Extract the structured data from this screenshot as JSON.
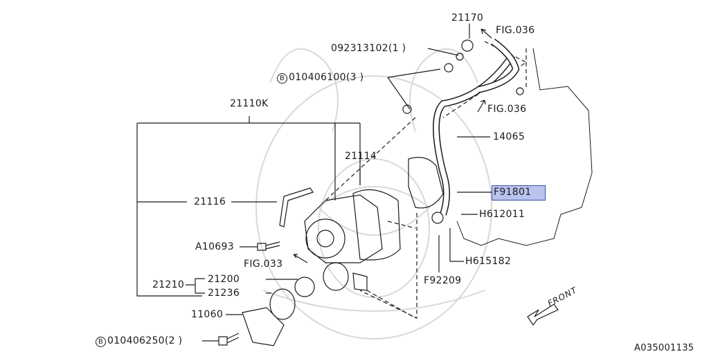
{
  "diagram": {
    "highlight_color": "#b9c4ee",
    "line_color": "#1a1a1a",
    "watermark_color": "#d8d8d8",
    "labels": {
      "p21170": "21170",
      "fig036_top": "FIG.036",
      "p092313102": "092313102(1 )",
      "p010406100": "010406100(3 )",
      "fig036_mid": "FIG.036",
      "p21110k": "21110K",
      "p14065": "14065",
      "p21114": "21114",
      "pf91801": "F91801",
      "p21116": "21116",
      "ph612011": "H612011",
      "pa10693": "A10693",
      "fig033": "FIG.033",
      "ph615182": "H615182",
      "p21210": "21210",
      "p21200": "21200",
      "pf92209": "F92209",
      "p21236": "21236",
      "p11060": "11060",
      "p010406250": "010406250(2 )",
      "front": "FRONT",
      "diagram_id": "A035001135",
      "bolt_symbol": "B"
    }
  }
}
